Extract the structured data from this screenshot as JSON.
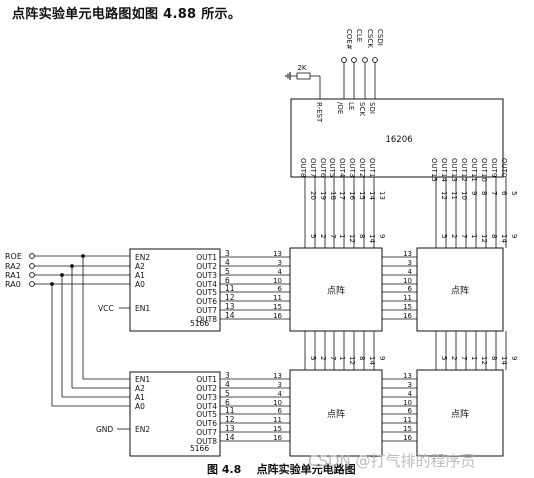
{
  "intro_text": "点阵实验单元电路图如图 4.88 所示。",
  "figure_caption": "图 4.8    点阵实验单元电路图",
  "watermark": "CSDN @打气排的程序员",
  "resistor_label": "2K",
  "chip_16206": {
    "name": "16206",
    "top_pins": [
      "CSDI",
      "CSCK",
      "CLE",
      "COE#"
    ],
    "inner_top": [
      "R-EST",
      "/OE",
      "LE",
      "SCK",
      "SDI"
    ],
    "left_outputs": [
      "OUT8",
      "OUT7",
      "OUT6",
      "OUT5",
      "OUT4",
      "OUT3",
      "OUT2",
      "OUT1"
    ],
    "right_outputs": [
      "OUT15",
      "OUT14",
      "OUT13",
      "OUT12",
      "OUT11",
      "OUT10",
      "OUT9",
      "OUT0"
    ],
    "left_pin_numbers": [
      "20",
      "19",
      "18",
      "17",
      "16",
      "15",
      "14",
      "13"
    ],
    "right_pin_numbers": [
      "12",
      "11",
      "10",
      "9",
      "8",
      "7",
      "6",
      "5"
    ]
  },
  "input_signals": [
    "ROE",
    "RA2",
    "RA1",
    "RA0"
  ],
  "decoder_top": {
    "name": "5166",
    "left_pins": [
      "EN2",
      "A2",
      "A1",
      "A0"
    ],
    "en_pin": "EN1",
    "supply": "VCC",
    "outputs": [
      "OUT1",
      "OUT2",
      "OUT3",
      "OUT4",
      "OUT5",
      "OUT6",
      "OUT7",
      "OUT8"
    ],
    "pin_numbers": [
      "3",
      "4",
      "5",
      "6",
      "11",
      "12",
      "13",
      "14"
    ]
  },
  "decoder_bottom": {
    "name": "5166",
    "left_pins": [
      "EN1",
      "A2",
      "A1",
      "A0"
    ],
    "en_pin": "EN2",
    "supply": "GND",
    "outputs": [
      "OUT1",
      "OUT2",
      "OUT3",
      "OUT4",
      "OUT5",
      "OUT6",
      "OUT7",
      "OUT8"
    ],
    "pin_numbers": [
      "3",
      "4",
      "5",
      "6",
      "11",
      "12",
      "13",
      "14"
    ]
  },
  "matrix": {
    "label": "点阵",
    "row_pins": [
      "13",
      "3",
      "4",
      "10",
      "6",
      "11",
      "15",
      "16"
    ],
    "col_pins": [
      "5",
      "2",
      "7",
      "1",
      "12",
      "8",
      "14",
      "9"
    ]
  }
}
